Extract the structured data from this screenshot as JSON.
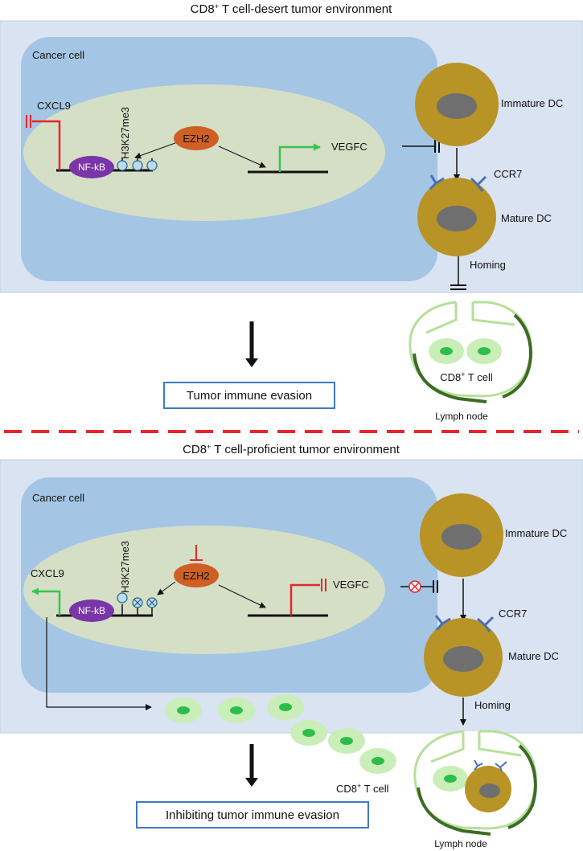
{
  "top": {
    "title_main": "CD8",
    "title_sup": "+",
    "title_rest": " T cell-desert tumor environment",
    "cancer_cell": "Cancer cell",
    "cxcl9": "CXCL9",
    "nfkb": "NF-kB",
    "h3k27me3": "H3K27me3",
    "ezh2": "EZH2",
    "vegfc": "VEGFC",
    "immature_dc": "Immature DC",
    "ccr7": "CCR7",
    "mature_dc": "Mature DC",
    "homing": "Homing",
    "outcome": "Tumor immune evasion",
    "tcell_main": "CD8",
    "tcell_sup": "+",
    "tcell_rest": " T cell",
    "lymph_node": "Lymph node"
  },
  "bottom": {
    "title_main": "CD8",
    "title_sup": "+",
    "title_rest": " T cell-proficient tumor environment",
    "cancer_cell": "Cancer cell",
    "cxcl9": "CXCL9",
    "nfkb": "NF-kB",
    "h3k27me3": "H3K27me3",
    "ezh2": "EZH2",
    "vegfc": "VEGFC",
    "immature_dc": "Immature DC",
    "ccr7": "CCR7",
    "mature_dc": "Mature DC",
    "homing": "Homing",
    "outcome": "Inhibiting tumor immune evasion",
    "tcell_main": "CD8",
    "tcell_sup": "+",
    "tcell_rest": " T cell",
    "lymph_node": "Lymph node"
  },
  "colors": {
    "panel_bg": "#d9e3f1",
    "cell_bg": "#a4c6e4",
    "nucleus": "#d4dfc6",
    "dc": "#b89325",
    "dc_nucleus": "#6f6f6f",
    "ezh2": "#cf5f24",
    "nfkb": "#7a35a9",
    "receptor": "#4a6fb5",
    "activate": "#39c34c",
    "inhibit": "#e5262b",
    "lymph_dark": "#3d6b26",
    "lymph_light": "#b6e09a",
    "tcell_outer": "#c9eeb7",
    "tcell_inner": "#2ebd4a",
    "outcome_border": "#3d79c1"
  }
}
